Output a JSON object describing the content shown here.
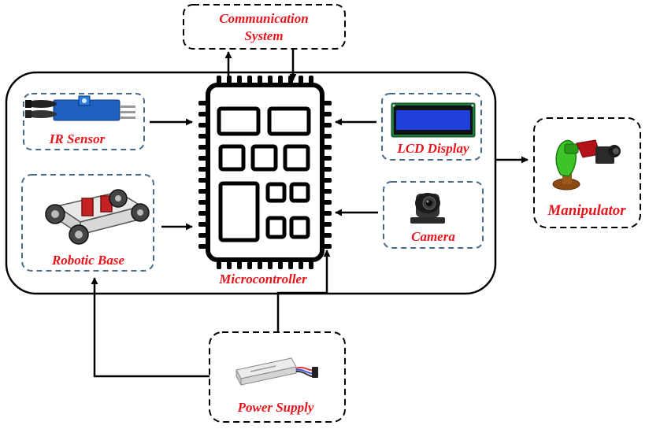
{
  "labels": {
    "communication_line1": "Communication",
    "communication_line2": "System",
    "ir_sensor": "IR Sensor",
    "robotic_base": "Robotic Base",
    "microcontroller": "Microcontroller",
    "lcd_display": "LCD Display",
    "camera": "Camera",
    "manipulator": "Manipulator",
    "power_supply": "Power Supply"
  },
  "colors": {
    "label_red": "#e8141b",
    "dashed_blue": "#4a6a8a",
    "line_black": "#000000"
  }
}
